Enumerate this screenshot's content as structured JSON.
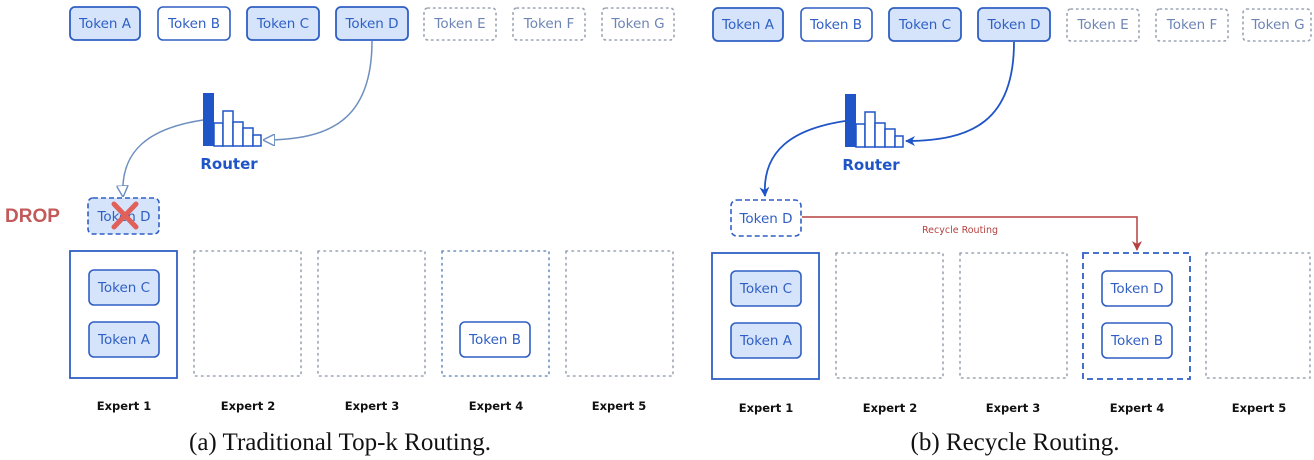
{
  "colors": {
    "blue": "#2f5fc4",
    "blue_fill": "#d5e4fb",
    "gray_border": "#9aa3b2",
    "arrow_left": "#6d8fbf",
    "arrow_right": "#1f55c7",
    "drop_red": "#c25a5a",
    "recycle_red": "#b64040"
  },
  "panel_a": {
    "caption": "(a) Traditional Top-k Routing.",
    "router_label": "Router",
    "drop_label": "DROP",
    "dropped_token": "Token D",
    "tokens": [
      "Token A",
      "Token B",
      "Token C",
      "Token D",
      "Token E",
      "Token F",
      "Token G"
    ],
    "experts": [
      "Expert 1",
      "Expert 2",
      "Expert 3",
      "Expert 4",
      "Expert 5"
    ],
    "expert1_tokens": [
      "Token C",
      "Token A"
    ],
    "expert4_tokens": [
      "Token B"
    ]
  },
  "panel_b": {
    "caption": "(b) Recycle Routing.",
    "router_label": "Router",
    "recycle_label": "Recycle Routing",
    "recycled_token": "Token D",
    "tokens": [
      "Token A",
      "Token B",
      "Token C",
      "Token D",
      "Token E",
      "Token F",
      "Token G"
    ],
    "experts": [
      "Expert 1",
      "Expert 2",
      "Expert 3",
      "Expert 4",
      "Expert 5"
    ],
    "expert1_tokens": [
      "Token C",
      "Token A"
    ],
    "expert4_tokens": [
      "Token D",
      "Token B"
    ]
  }
}
